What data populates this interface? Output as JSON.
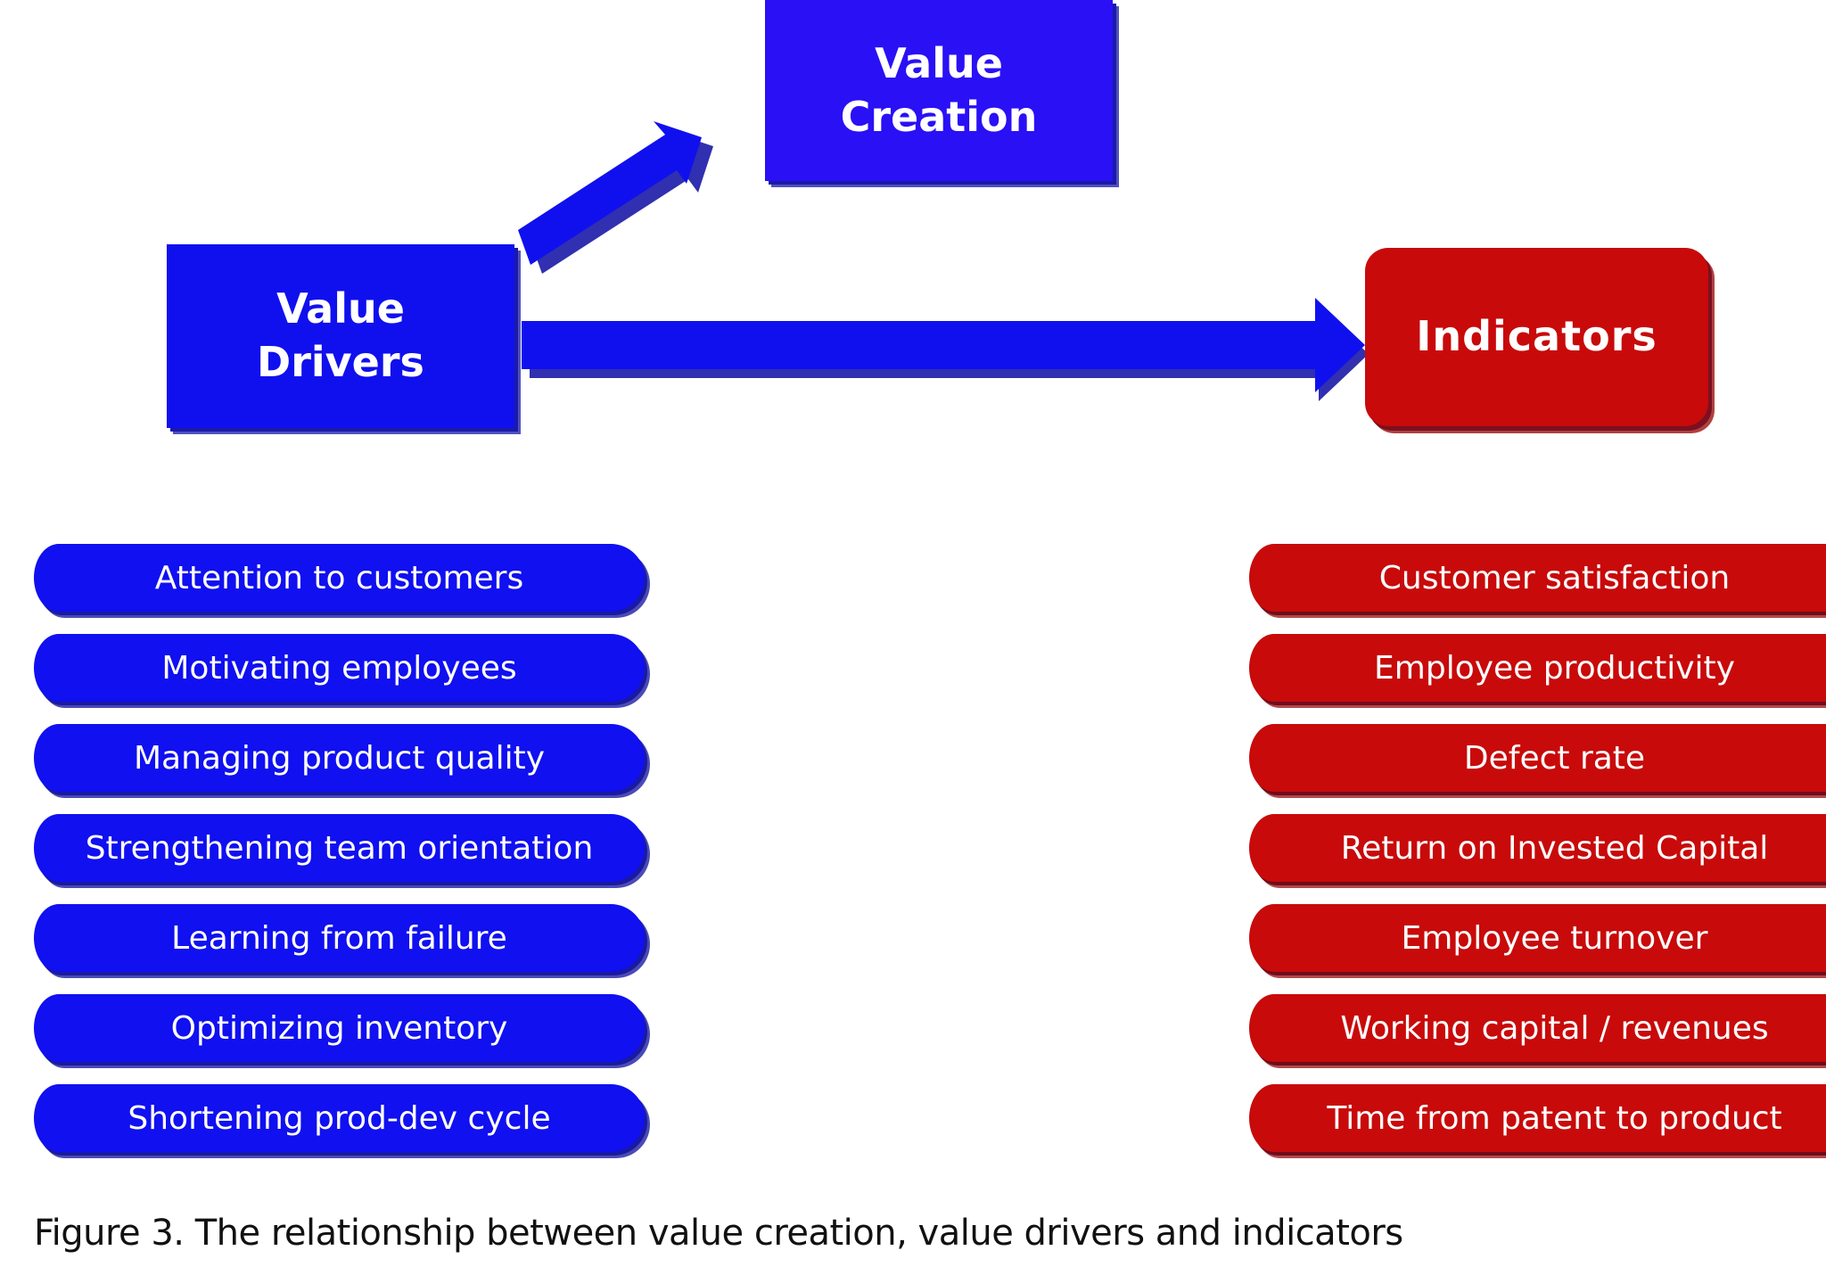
{
  "diagram": {
    "value_creation": {
      "line1": "Value",
      "line2": "Creation"
    },
    "value_drivers": {
      "line1": "Value",
      "line2": "Drivers"
    },
    "indicators": {
      "label": "Indicators"
    },
    "arrows": [
      {
        "from": "value_drivers",
        "to": "value_creation",
        "icon": "arrow-up-right-icon"
      },
      {
        "from": "value_drivers",
        "to": "indicators",
        "icon": "arrow-right-icon"
      }
    ],
    "drivers_list": [
      "Attention to customers",
      "Motivating employees",
      "Managing product quality",
      "Strengthening team orientation",
      "Learning from failure",
      "Optimizing inventory",
      "Shortening prod-dev cycle"
    ],
    "indicators_list": [
      "Customer satisfaction",
      "Employee productivity",
      "Defect rate",
      "Return on Invested Capital",
      "Employee turnover",
      "Working capital / revenues",
      "Time from patent to product"
    ],
    "colors": {
      "drivers_blue": "#1010ee",
      "creation_blue": "#2a10f5",
      "indicators_red": "#c80a0a"
    }
  },
  "caption": "Figure 3. The relationship between value creation, value drivers and indicators"
}
